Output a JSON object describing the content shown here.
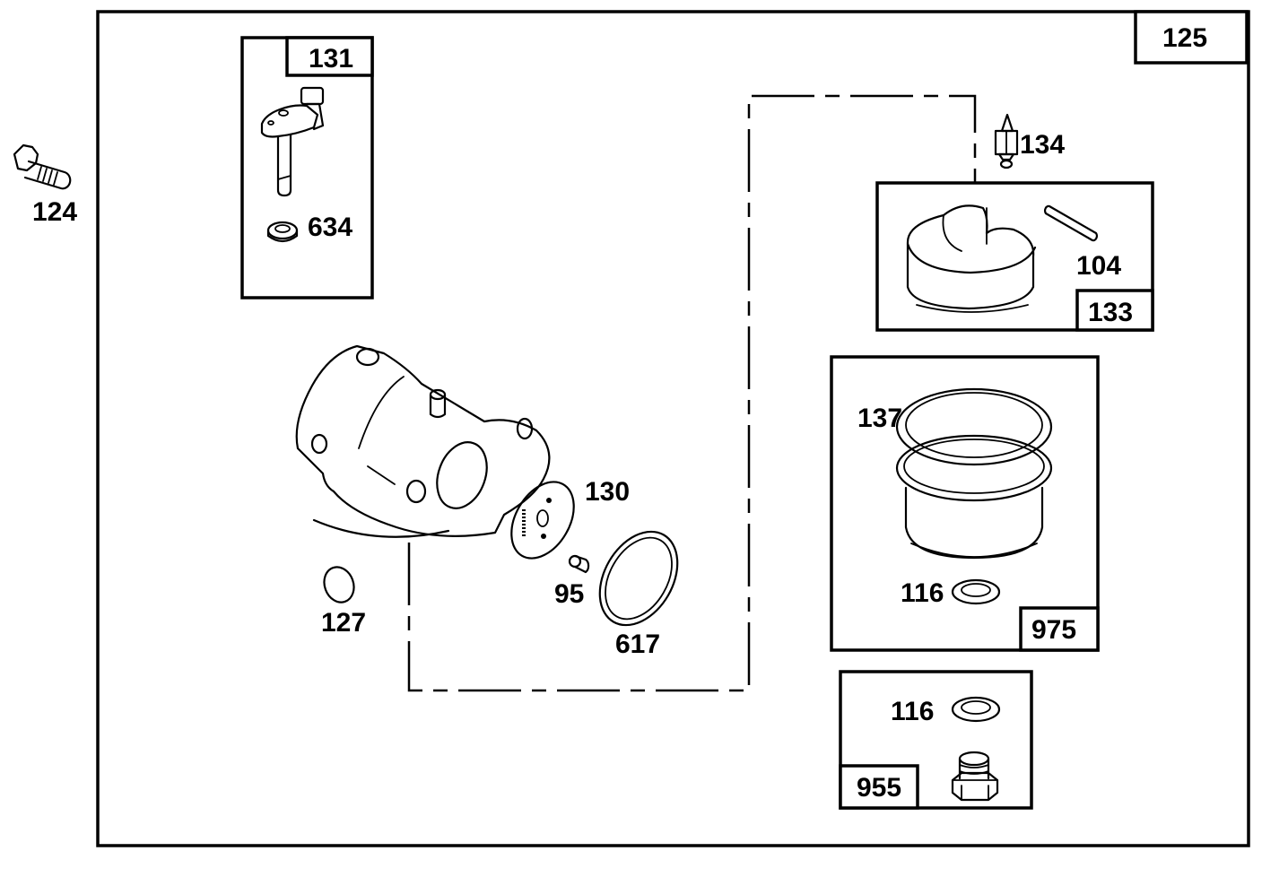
{
  "diagram": {
    "title_box": "125",
    "parts": {
      "bolt": "124",
      "throttle_shaft_kit": "131",
      "throttle_seal": "634",
      "float_needle": "134",
      "float_kit": "133",
      "hinge_pin": "104",
      "bowl_kit": "975",
      "bowl_gasket": "137",
      "bowl_washer": "116",
      "drain_kit": "955",
      "drain_washer": "116",
      "welch_plug": "127",
      "diaphragm": "130",
      "screw": "95",
      "o_ring": "617"
    }
  }
}
